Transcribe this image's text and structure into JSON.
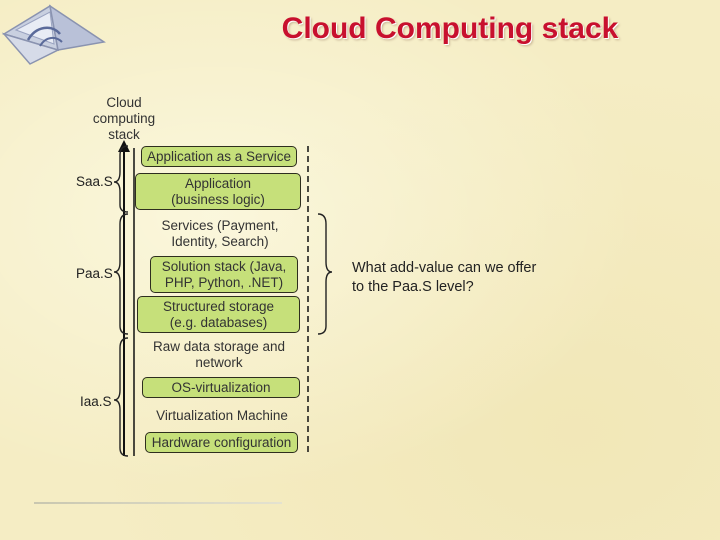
{
  "title": "Cloud Computing stack",
  "stack_label": [
    "Cloud",
    "computing",
    "stack"
  ],
  "tiers": {
    "saas": "Saa.S",
    "paas": "Paa.S",
    "iaas": "Iaa.S"
  },
  "layers": {
    "app_service": "Application as a Service",
    "application": [
      "Application",
      "(business logic)"
    ],
    "services": [
      "Services (Payment,",
      "Identity, Search)"
    ],
    "solution_stack": [
      "Solution stack (Java,",
      "PHP, Python, .NET)"
    ],
    "structured_storage": [
      "Structured storage",
      "(e.g. databases)"
    ],
    "raw_storage": [
      "Raw data storage and",
      "network"
    ],
    "os_virtualization": "OS-virtualization",
    "virtualization_machine": "Virtualization Machine",
    "hardware": "Hardware configuration"
  },
  "question": "What add-value can we offer to the Paa.S level?",
  "colors": {
    "title": "#c8102e",
    "box_fill": "#c6e07a",
    "background": "#f5edc4"
  }
}
